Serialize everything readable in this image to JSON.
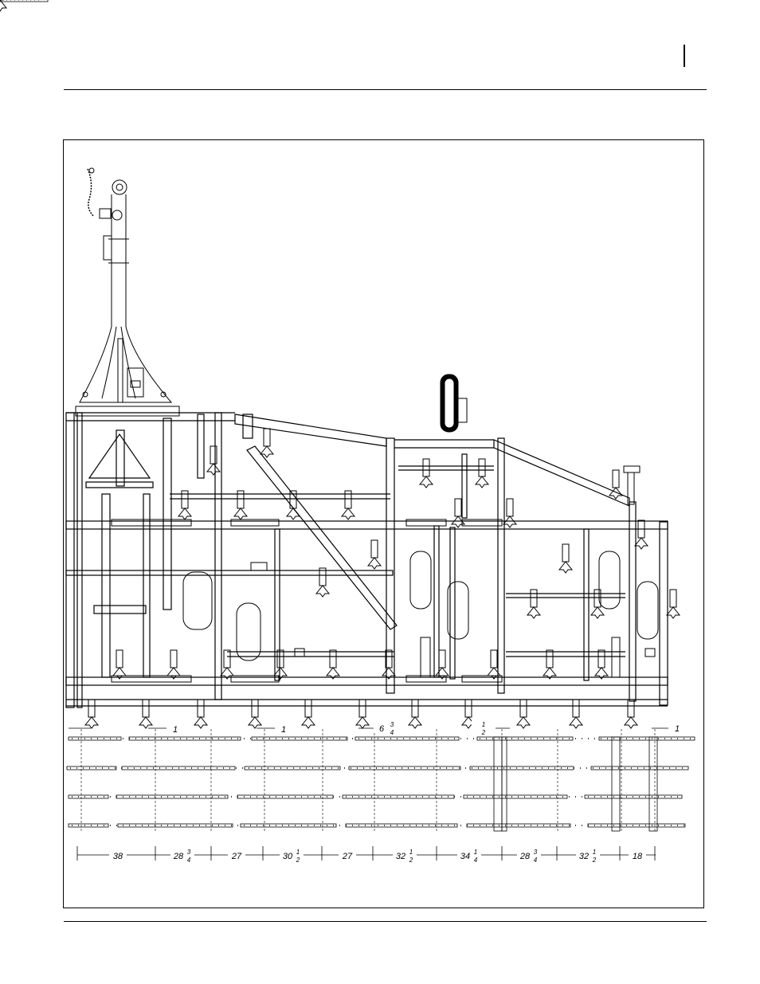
{
  "figure": {
    "row_dimensions": [
      {
        "whole": "38",
        "num": "",
        "den": ""
      },
      {
        "whole": "28",
        "num": "3",
        "den": "4"
      },
      {
        "whole": "27",
        "num": "",
        "den": ""
      },
      {
        "whole": "30",
        "num": "1",
        "den": "2"
      },
      {
        "whole": "27",
        "num": "",
        "den": ""
      },
      {
        "whole": "32",
        "num": "1",
        "den": "2"
      },
      {
        "whole": "34",
        "num": "1",
        "den": "4"
      },
      {
        "whole": "28",
        "num": "3",
        "den": "4"
      },
      {
        "whole": "32",
        "num": "1",
        "den": "2"
      },
      {
        "whole": "18",
        "num": "",
        "den": ""
      }
    ],
    "offset_dimensions": [
      {
        "whole": "1",
        "num": "",
        "den": ""
      },
      {
        "whole": "1",
        "num": "",
        "den": ""
      },
      {
        "whole": "6",
        "num": "3",
        "den": "4"
      },
      {
        "whole": "",
        "num": "1",
        "den": "2"
      },
      {
        "whole": "1",
        "num": "",
        "den": ""
      }
    ]
  }
}
